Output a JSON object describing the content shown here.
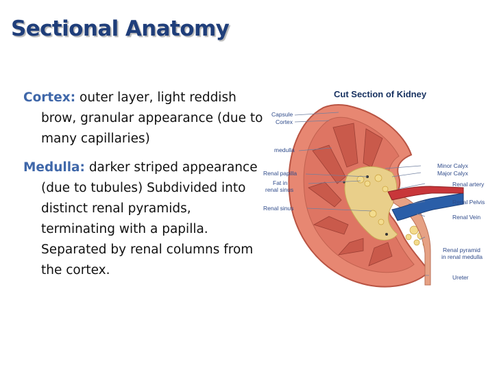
{
  "slide": {
    "title": "Sectional Anatomy",
    "cortex_term": "Cortex:",
    "cortex_text": " outer layer, light reddish brow, granular appearance (due to many capillaries)",
    "medulla_term": "Medulla:",
    "medulla_text": " darker striped appearance (due to tubules) Subdivided into  distinct renal pyramids, terminating with a papilla. Separated by renal columns from the cortex."
  },
  "figure": {
    "title": "Cut Section of  Kidney",
    "labels_left": {
      "capsule": "Capsule",
      "cortex": "Cortex",
      "medulla": "medulla",
      "renal_papilla": "Renal papilla",
      "fat_in_renal_sinus_1": "Fat in",
      "fat_in_renal_sinus_2": "renal sinus",
      "renal_sinus": "Renal sinus"
    },
    "labels_right": {
      "minor_calyx": "Minor Calyx",
      "major_calyx": "Major Calyx",
      "renal_artery": "Renal artery",
      "renal_pelvis": "Renal Pelvis",
      "renal_vein": "Renal Vein",
      "renal_pyramid_1": "Renal pyramid",
      "renal_pyramid_2": "in renal medulla",
      "ureter": "Ureter"
    }
  }
}
